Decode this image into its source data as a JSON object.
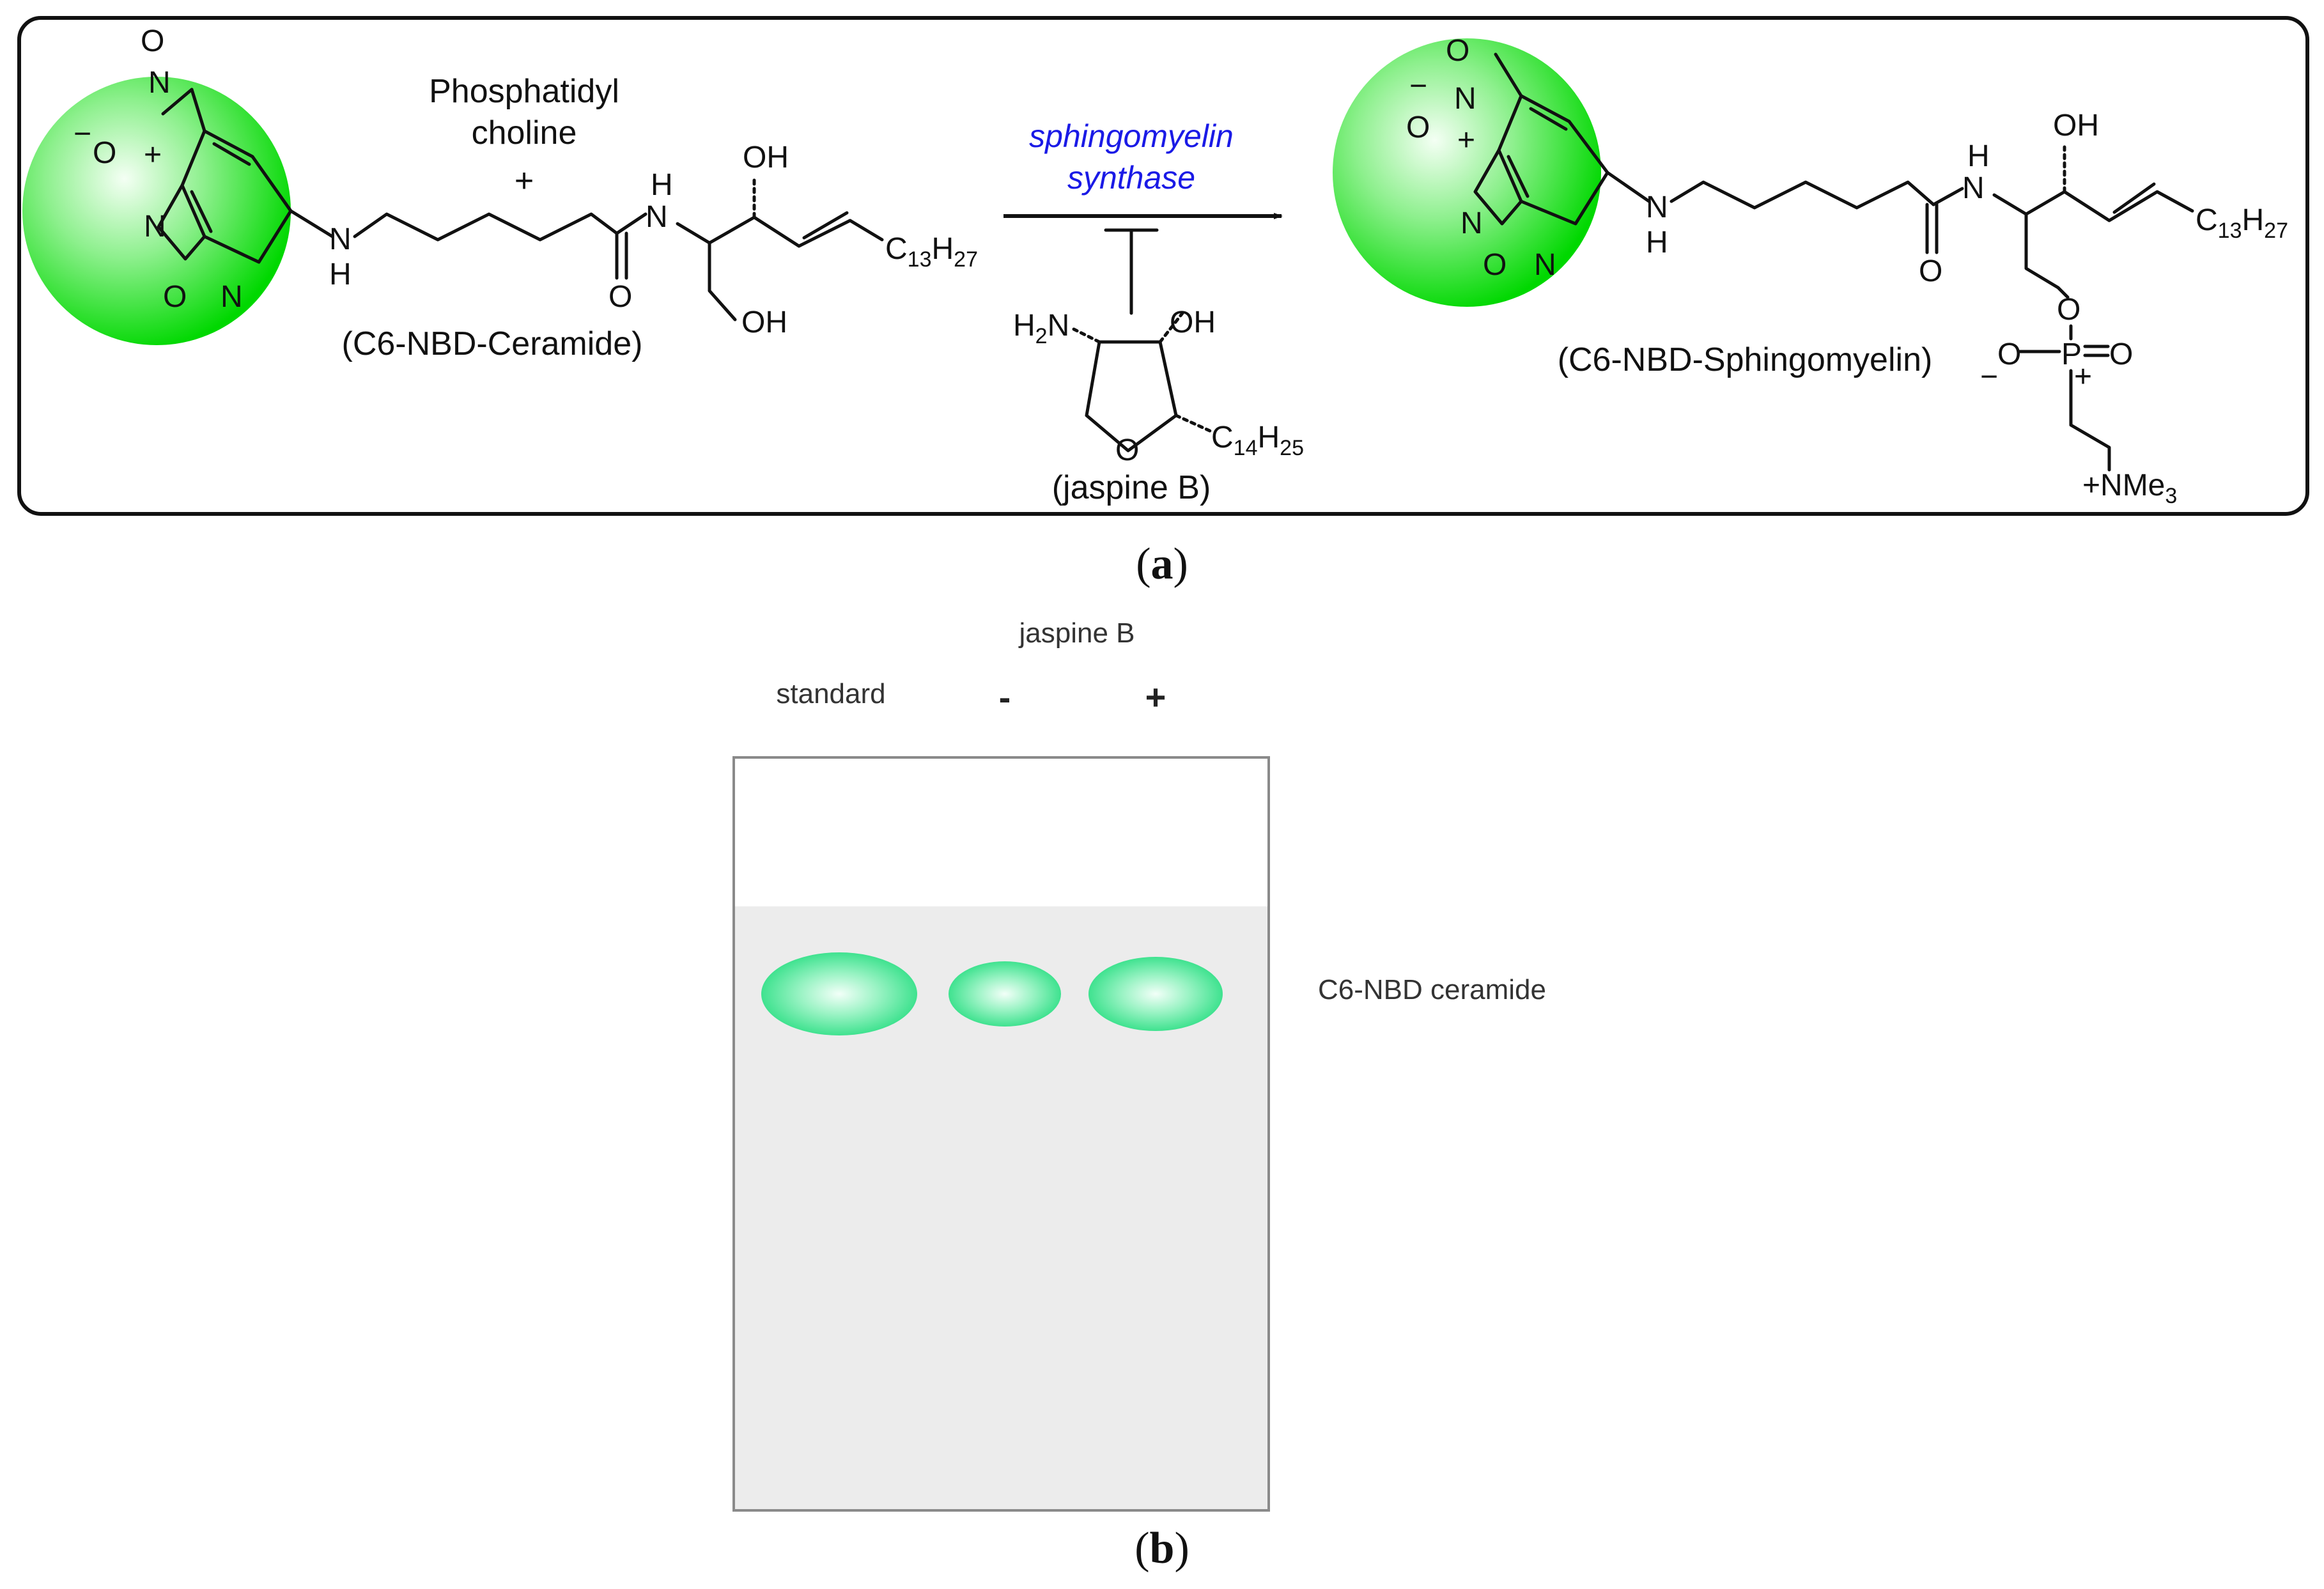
{
  "panel_a": {
    "reagent_line1": "Phosphatidyl",
    "reagent_line2": "choline",
    "plus": "+",
    "substrate_name": "(C6-NBD-Ceramide)",
    "enzyme_line1": "sphingomyelin",
    "enzyme_line2": "synthase",
    "inhibitor_name": "(jaspine B)",
    "product_name": "(C6-NBD-Sphingomyelin)",
    "atoms": {
      "O": "O",
      "N": "N",
      "H": "H",
      "OH": "OH",
      "H2N": "H",
      "two": "2",
      "H2N_n": "N",
      "P": "P",
      "NMe": "NMe",
      "three": "3",
      "C": "C",
      "H_": "H",
      "c13": "13",
      "h27": "27",
      "c14": "14",
      "h25": "25",
      "minus": "−",
      "plusc": "+",
      "dash": "-"
    },
    "colors": {
      "fluor_green": "#00e000",
      "enzyme_blue": "#1a1ae6"
    },
    "label": "a"
  },
  "panel_b": {
    "inhibitor_header": "jaspine B",
    "lane_labels": [
      "standard",
      "-",
      "+"
    ],
    "spot_label": "C6-NBD ceramide",
    "spot_intensity": [
      1.0,
      0.75,
      0.9
    ],
    "plate_colors": {
      "plate": "#ececec",
      "spot": "#4be89a"
    },
    "label": "b"
  }
}
